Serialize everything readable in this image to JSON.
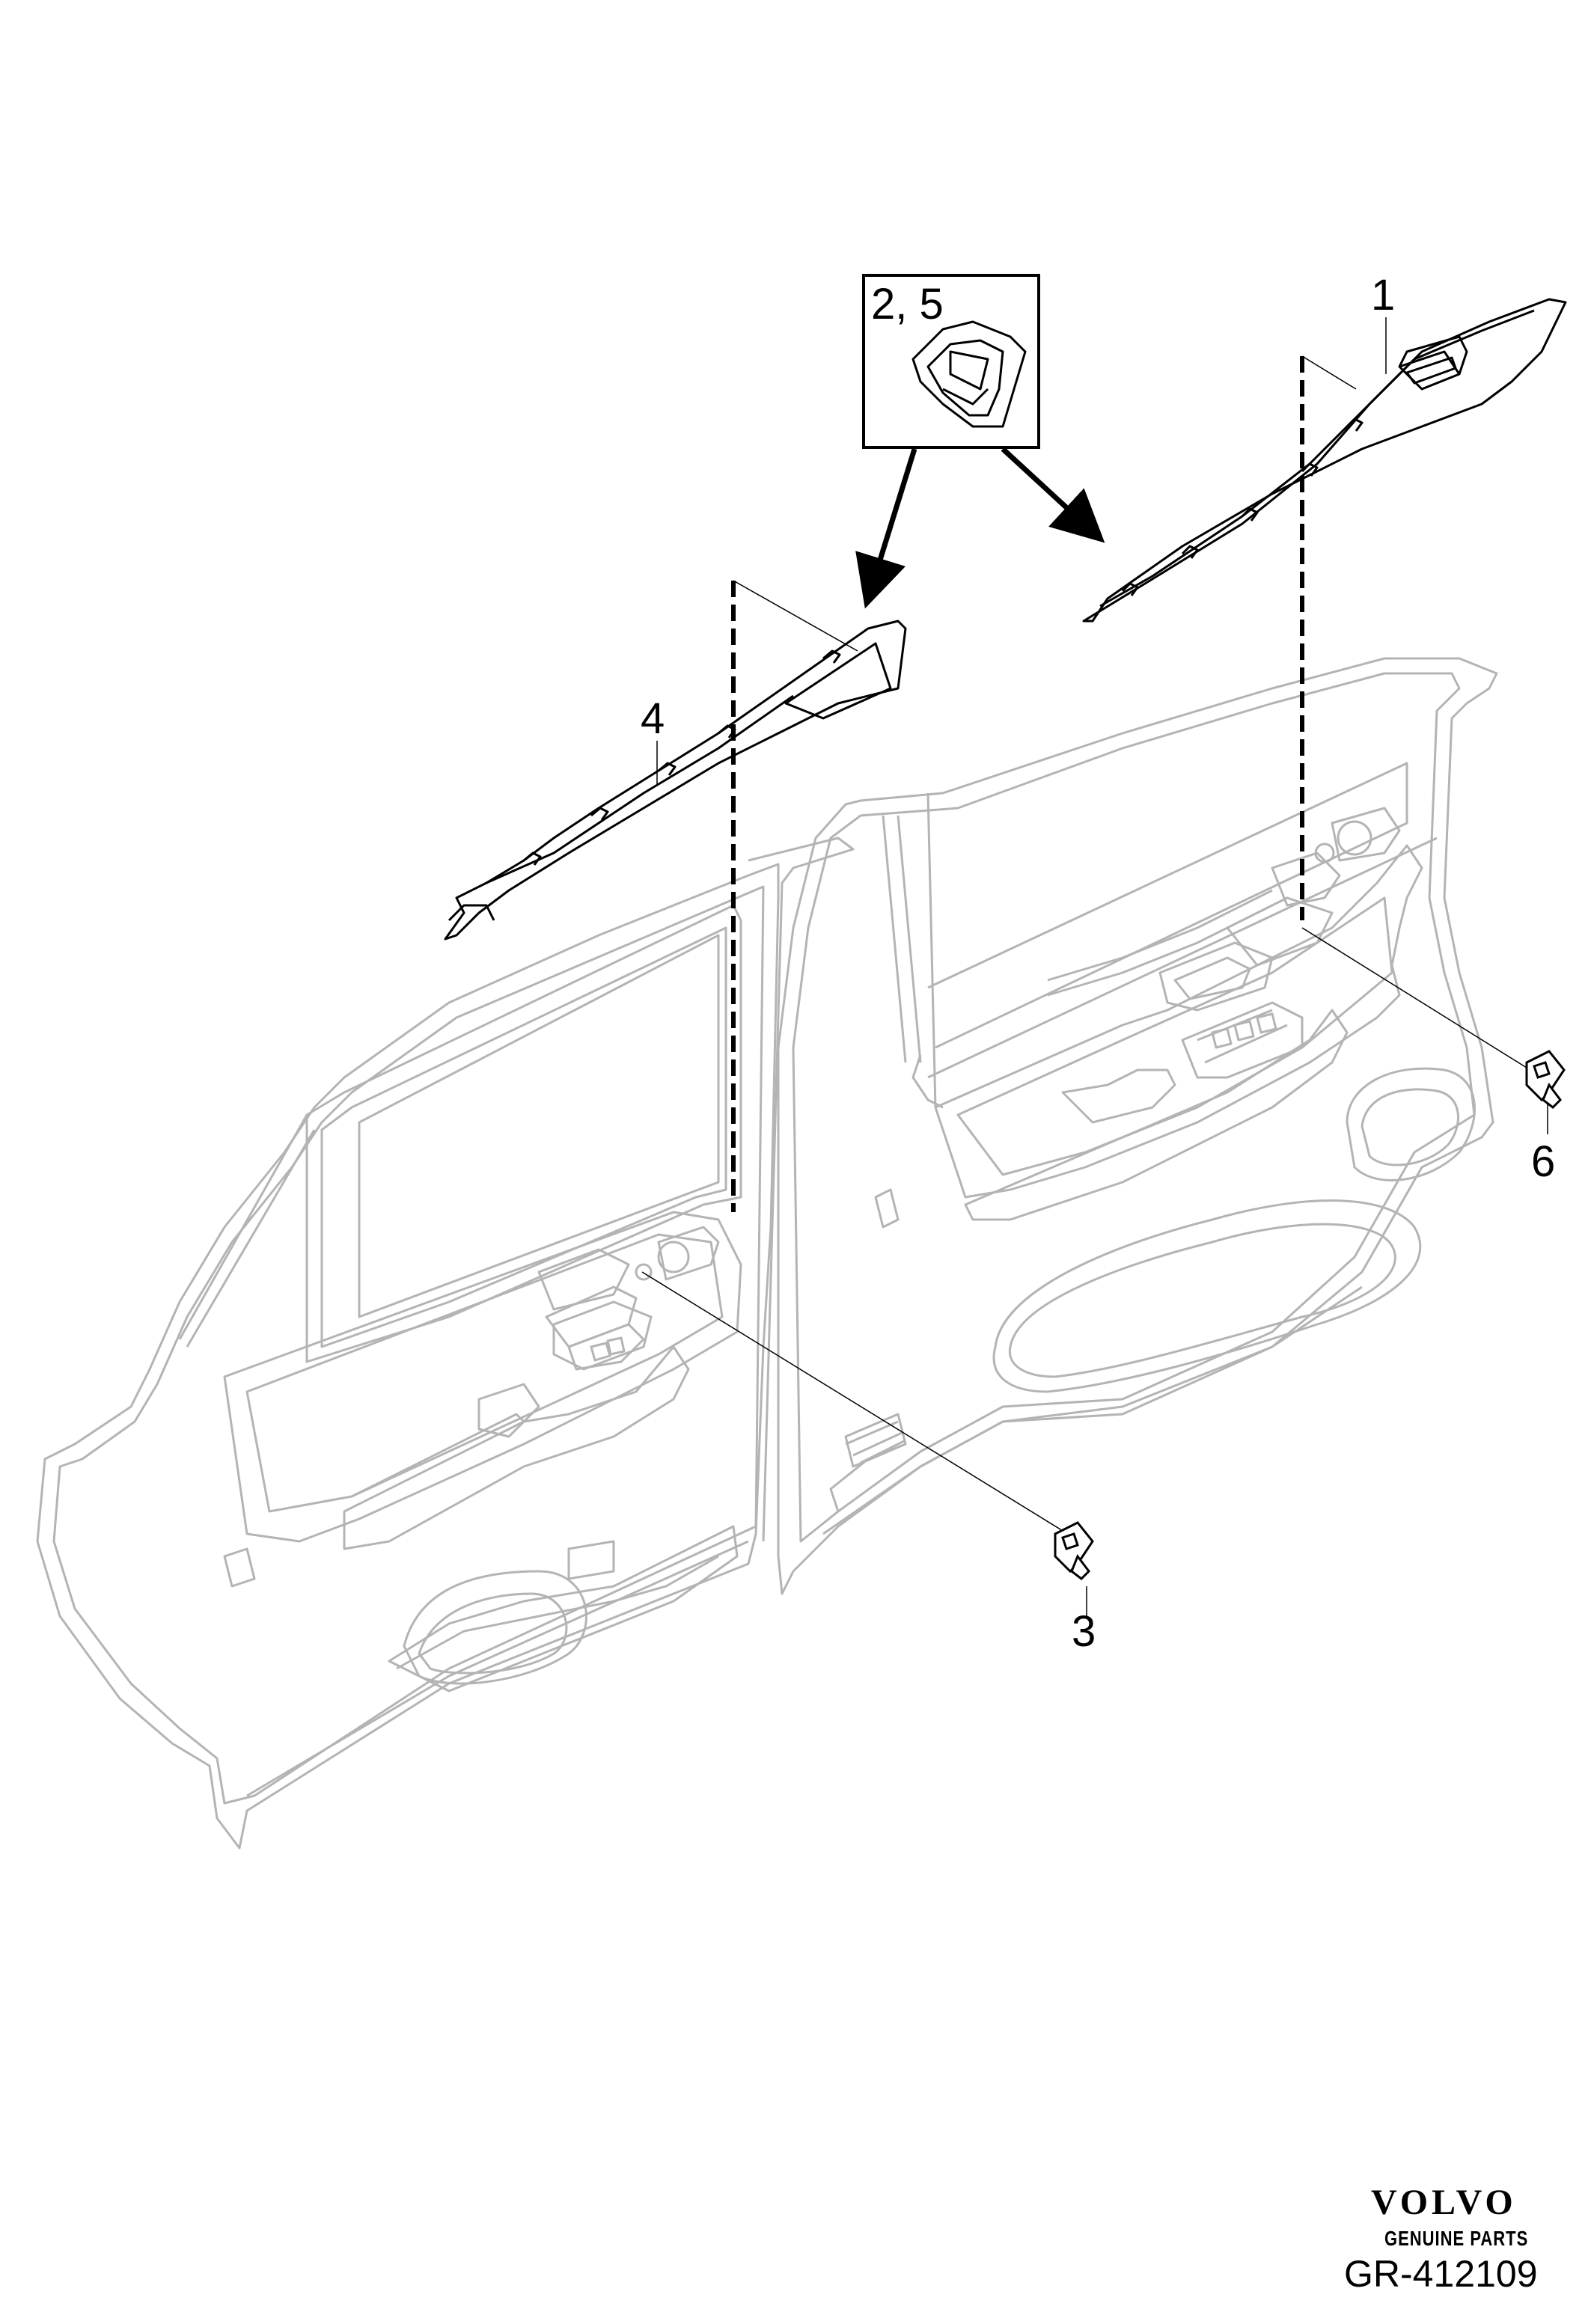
{
  "callouts": {
    "part_1": "1",
    "part_2_5": "2, 5",
    "part_3": "3",
    "part_4": "4",
    "part_6": "6"
  },
  "footer": {
    "brand": "VOLVO",
    "tagline": "GENUINE PARTS",
    "figure_id": "GR-412109"
  },
  "colors": {
    "ink": "#000000",
    "outline": "#b4b4b4",
    "background": "#ffffff"
  }
}
